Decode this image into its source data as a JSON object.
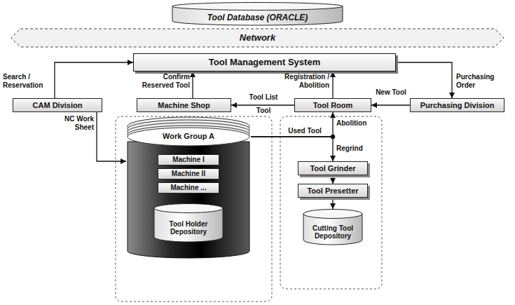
{
  "diagram": {
    "nodes": [
      {
        "text": [
          "Tool Database (ORACLE)"
        ]
      },
      {
        "text": [
          "Network"
        ]
      },
      {
        "text": [
          "Tool Management System"
        ]
      },
      {
        "text": [
          "CAM Division"
        ]
      },
      {
        "text": [
          "Machine Shop"
        ]
      },
      {
        "text": [
          "Tool Room"
        ]
      },
      {
        "text": [
          "Purchasing Division"
        ]
      },
      {
        "text": [
          "Work Group A"
        ]
      },
      {
        "text": [
          "Machine I"
        ],
        "in": 7
      },
      {
        "text": [
          "Machine II"
        ],
        "in": 7
      },
      {
        "text": [
          "Machine ..."
        ],
        "in": 7
      },
      {
        "text": [
          "Tool Holder Depository"
        ],
        "in": 7
      },
      {
        "text": [
          "Tool Grinder"
        ]
      },
      {
        "text": [
          "Tool Presetter"
        ]
      },
      {
        "text": [
          "Cutting Tool Depository"
        ]
      }
    ],
    "edges": [
      {
        "from": 3,
        "to": 2,
        "arrow": "to",
        "label": "Search / Reservation"
      },
      {
        "from": 4,
        "to": 2,
        "arrow": "to",
        "label": "Confirm Reserved Tool"
      },
      {
        "from": 5,
        "to": 2,
        "arrow": "to",
        "label": "Registration / Abolition"
      },
      {
        "from": 2,
        "to": 6,
        "arrow": "to",
        "label": "Purchasing Order"
      },
      {
        "from": 6,
        "to": 5,
        "arrow": "to",
        "label": "New Tool"
      },
      {
        "from": 5,
        "to": 4,
        "arrow": "to",
        "label": "Tool List"
      },
      {
        "from": 3,
        "to": 7,
        "arrow": "to",
        "label": "NC Work Sheet"
      },
      {
        "from": 7,
        "to": 5,
        "arrow": "to",
        "label": "Abolition"
      },
      {
        "from": 7,
        "to": 12,
        "arrow": "to",
        "label": "Regrind"
      },
      {
        "from": 12,
        "to": 13,
        "arrow": "to"
      },
      {
        "from": 13,
        "to": 14,
        "arrow": "to"
      }
    ],
    "labels": [
      "Tool",
      "Used Tool"
    ]
  }
}
